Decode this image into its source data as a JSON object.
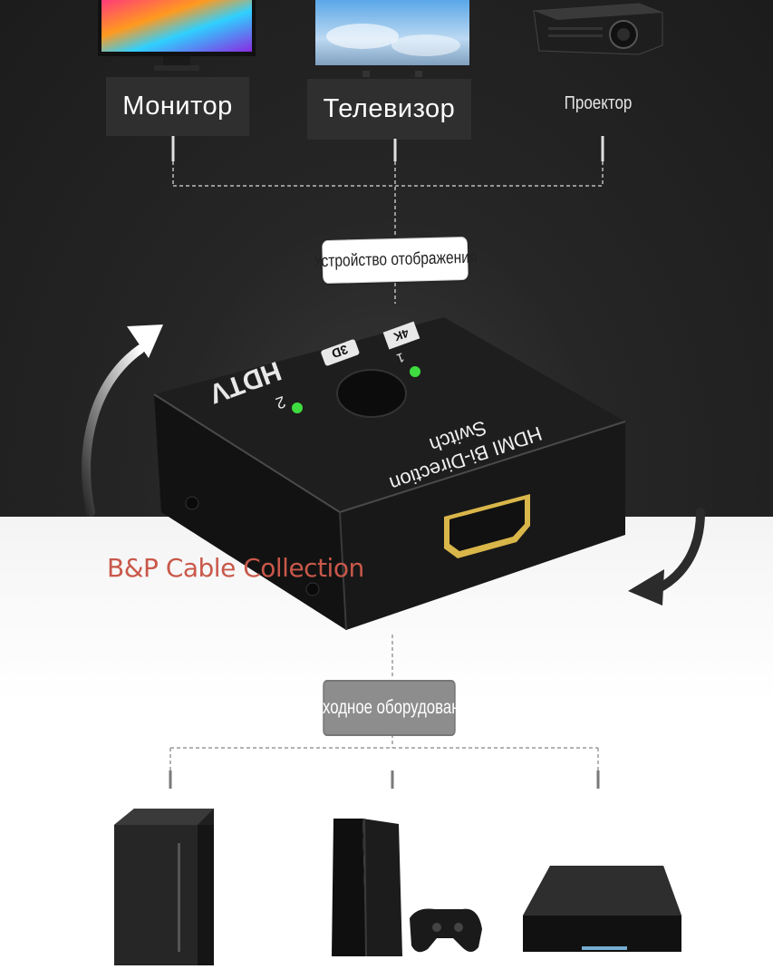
{
  "top_devices": {
    "monitor_label": "Монитор",
    "tv_label": "Телевизор",
    "projector_label": "Проектор"
  },
  "display_device_label": "Устройство отображения",
  "output_equipment_label": "Выходное оборудование",
  "switch_box": {
    "brand": "HDTV",
    "badge_3d": "3D",
    "badge_4k": "4K",
    "port_1": "1",
    "port_2": "2",
    "title_line1": "HDMI Bi-Direction",
    "title_line2": "Switch"
  },
  "watermark": "B&P Cable Collection",
  "colors": {
    "dark_background": "#222222",
    "light_background": "#ffffff",
    "led_green": "#3fdc3f",
    "watermark": "#c9584a"
  },
  "icons": [
    "monitor-icon",
    "tv-icon",
    "projector-icon",
    "pc-tower-icon",
    "game-console-icon",
    "gamepad-icon",
    "media-box-icon",
    "curved-arrow-up-icon",
    "curved-arrow-down-icon"
  ]
}
